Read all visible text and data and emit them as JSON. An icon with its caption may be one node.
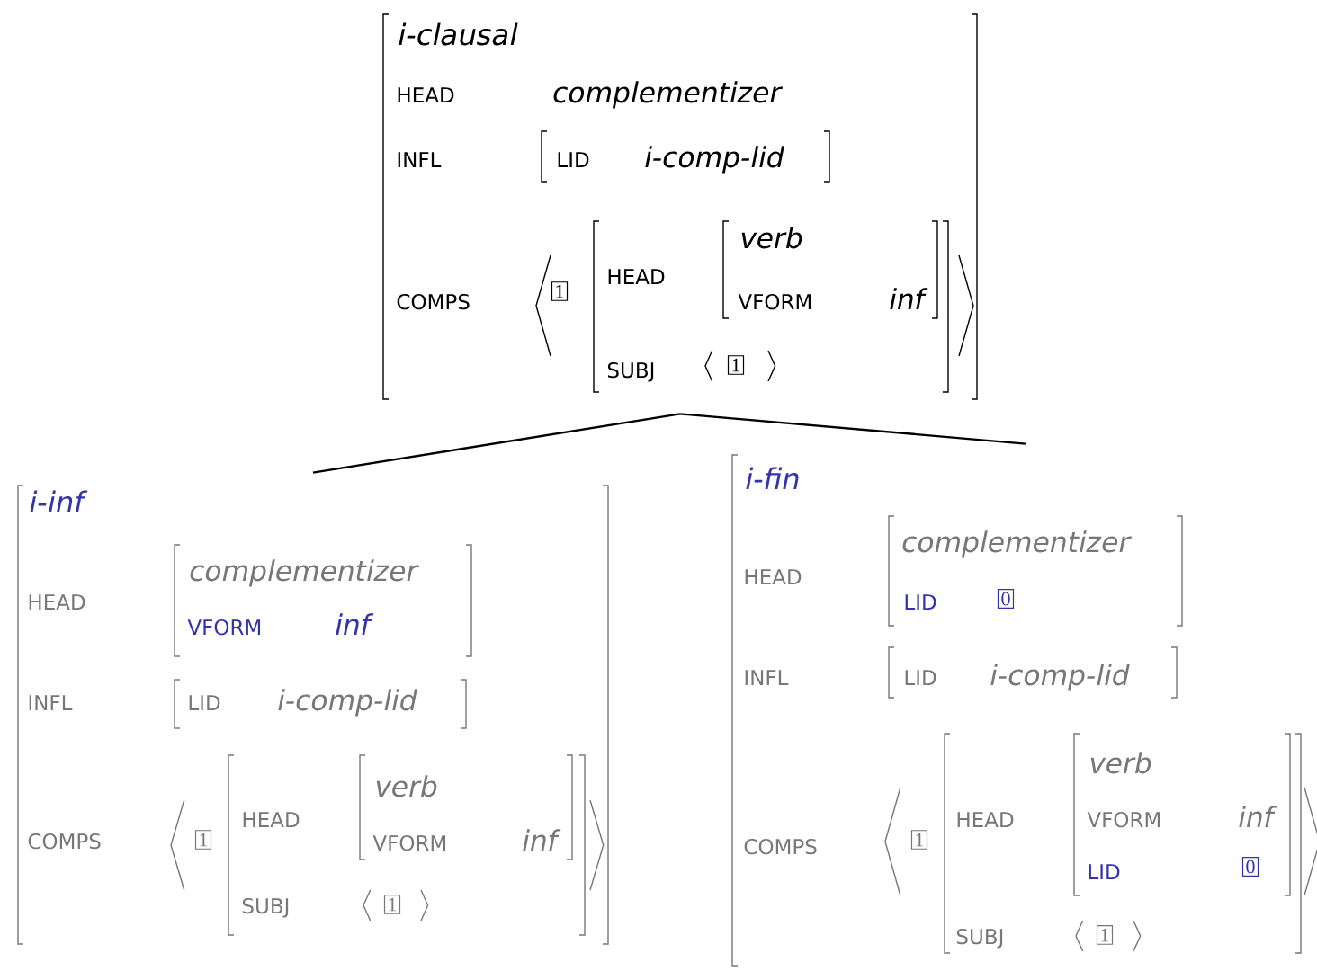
{
  "diagram": {
    "nodes": [
      {
        "text": [
          "i-clausal",
          "HEAD",
          "complementizer",
          "INFL",
          "LID",
          "i-comp-lid",
          "COMPS",
          "1",
          "HEAD",
          "verb",
          "VFORM",
          "inf",
          "SUBJ",
          "1"
        ]
      },
      {
        "text": [
          "i-inf",
          "HEAD",
          "complementizer",
          "VFORM",
          "inf",
          "INFL",
          "LID",
          "i-comp-lid",
          "COMPS",
          "1",
          "HEAD",
          "verb",
          "VFORM",
          "inf",
          "SUBJ",
          "1"
        ]
      },
      {
        "text": [
          "i-fin",
          "HEAD",
          "complementizer",
          "LID",
          "0",
          "INFL",
          "LID",
          "i-comp-lid",
          "COMPS",
          "1",
          "HEAD",
          "verb",
          "VFORM",
          "inf",
          "LID",
          "0",
          "SUBJ",
          "1"
        ]
      }
    ],
    "edges": [
      {
        "from": 0,
        "to": 1,
        "arrow": "none"
      },
      {
        "from": 0,
        "to": 2,
        "arrow": "none"
      }
    ]
  }
}
